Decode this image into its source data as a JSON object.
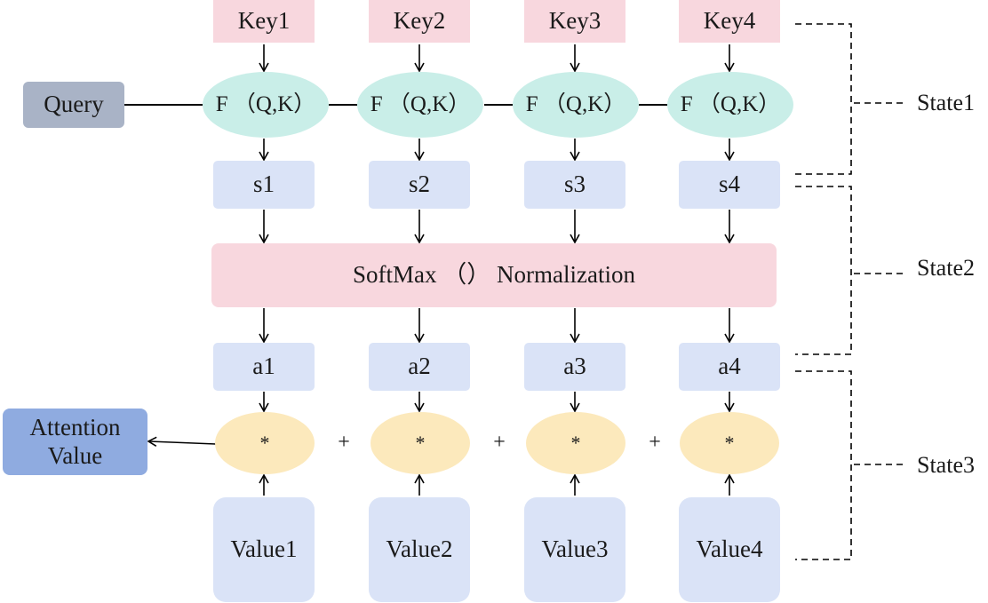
{
  "diagram": {
    "query": "Query",
    "keys": [
      "Key1",
      "Key2",
      "Key3",
      "Key4"
    ],
    "scoring": [
      "F （Q,K）",
      "F （Q,K）",
      "F （Q,K）",
      "F （Q,K）"
    ],
    "scores": [
      "s1",
      "s2",
      "s3",
      "s4"
    ],
    "normalization": "SoftMax （） Normalization",
    "weights": [
      "a1",
      "a2",
      "a3",
      "a4"
    ],
    "multiply": [
      "*",
      "*",
      "*",
      "*"
    ],
    "plus_signs": [
      "+",
      "+",
      "+"
    ],
    "values": [
      "Value1",
      "Value2",
      "Value3",
      "Value4"
    ],
    "output": "Attention Value",
    "states": [
      "State1",
      "State2",
      "State3"
    ]
  },
  "colors": {
    "key_fill": "#f8d7de",
    "softmax_fill": "#f8d7de",
    "scoring_fill": "#c9eee8",
    "score_fill": "#dae3f7",
    "multiply_fill": "#fce9bc",
    "query_fill": "#a9b3c6",
    "output_fill": "#8fabe0",
    "line": "#000000"
  }
}
